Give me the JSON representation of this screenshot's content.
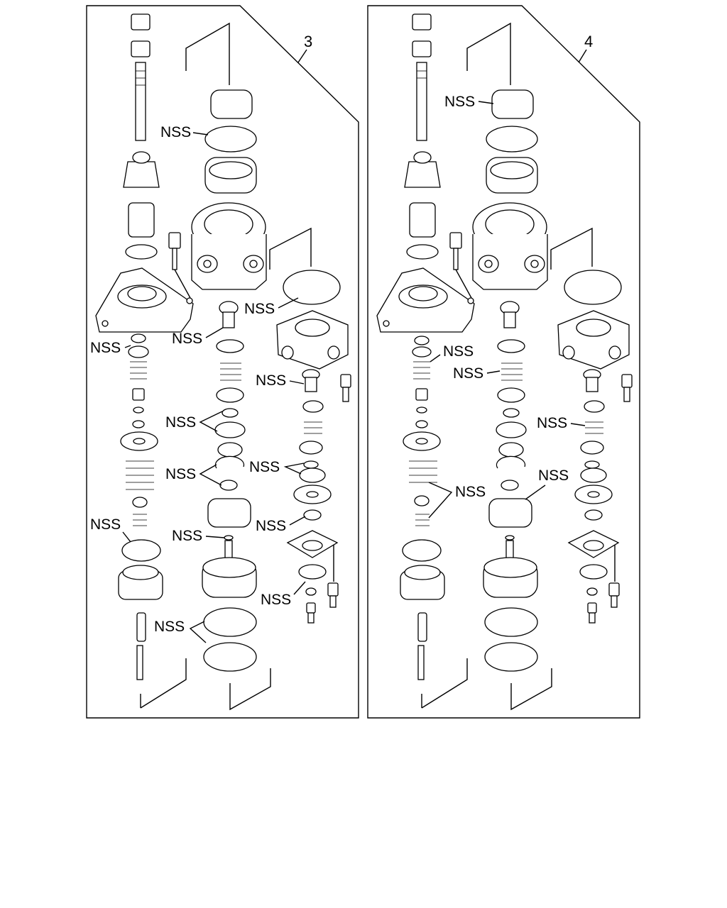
{
  "panels": [
    {
      "number": "3"
    },
    {
      "number": "4"
    }
  ],
  "callout_label": "NSS"
}
